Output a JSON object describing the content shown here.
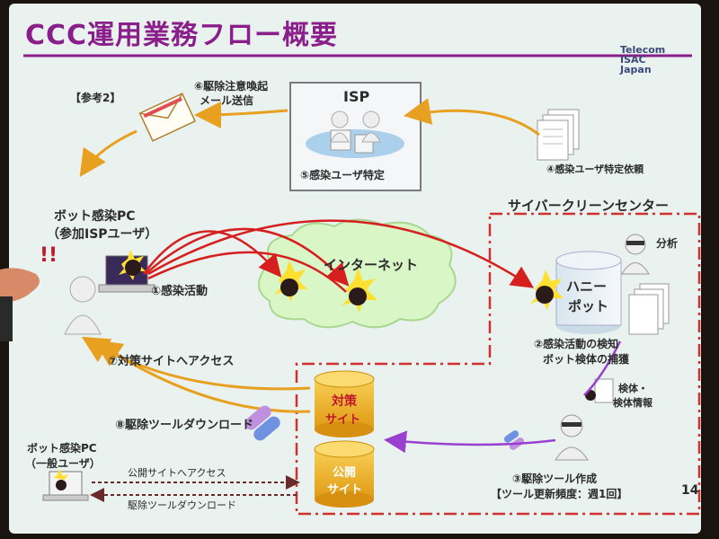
{
  "title": "CCC運用業務フロー概要",
  "logo": {
    "line1": "Telecom",
    "line2": "ISAC",
    "line3": "Japan"
  },
  "labels": {
    "ref2": "【参考2】",
    "step6_a": "⑥駆除注意喚起",
    "step6_b": "メール送信",
    "isp": "ISP",
    "step5": "⑤感染ユーザ特定",
    "step4": "④感染ユーザ特定依頼",
    "ccc": "サイバークリーンセンター",
    "bot_pc_a": "ボット感染PC",
    "bot_pc_b": "（参加ISPユーザ）",
    "exclaim": "!!",
    "step1": "①感染活動",
    "internet": "インターネット",
    "analysis": "分析",
    "honeypot_a": "ハニー",
    "honeypot_b": "ポット",
    "step2_a": "②感染活動の検知",
    "step2_b": "ボット検体の捕獲",
    "step7": "⑦対策サイトへアクセス",
    "step8": "⑧駆除ツールダウンロード",
    "taisaku_a": "対策",
    "taisaku_b": "サイト",
    "koukai_a": "公開",
    "koukai_b": "サイト",
    "specimen_a": "検体・",
    "specimen_b": "検体情報",
    "general_pc_a": "ボット感染PC",
    "general_pc_b": "（一般ユーザ）",
    "public_access": "公開サイトへアクセス",
    "tool_dl": "駆除ツールダウンロード",
    "step3_a": "③駆除ツール作成",
    "step3_b": "【ツール更新頻度：週1回】",
    "page_no": "14"
  },
  "colors": {
    "title": "#8a1f8c",
    "red_text": "#c0182a",
    "arrow_orange": "#e8a020",
    "arrow_red": "#d62020",
    "arrow_purple": "#9a40d0",
    "cylinder": "#f2b72a",
    "dash_frame": "#d23030"
  }
}
